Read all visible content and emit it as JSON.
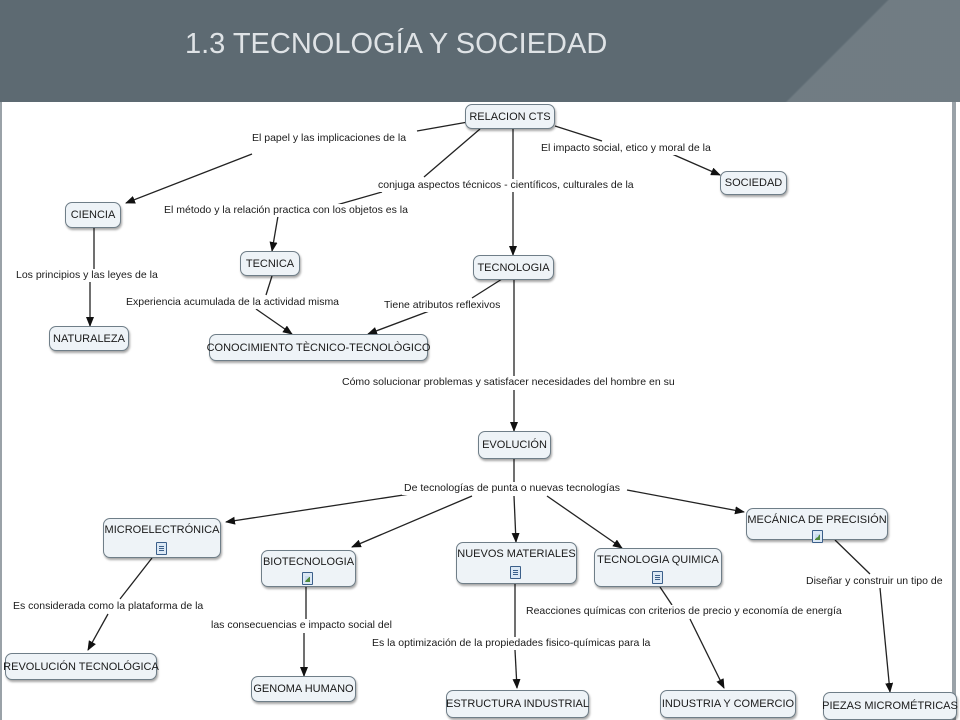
{
  "slide": {
    "title": "1.3 TECNOLOGÍA Y SOCIEDAD",
    "colors": {
      "header": "#5d6a72",
      "title": "#dfe3e6",
      "node_fill": "#eef3f7",
      "node_border": "#6f7e88"
    }
  },
  "concepts": {
    "relacion_cts": "RELACION CTS",
    "sociedad": "SOCIEDAD",
    "ciencia": "CIENCIA",
    "tecnica": "TECNICA",
    "tecnologia": "TECNOLOGIA",
    "naturaleza": "NATURALEZA",
    "conocimiento": "CONOCIMIENTO TÈCNICO-TECNOLÒGICO",
    "evolucion": "EVOLUCIÓN",
    "microelectronica": "MICROELECTRÓNICA",
    "biotecnologia": "BIOTECNOLOGIA",
    "nuevos_materiales": "NUEVOS MATERIALES",
    "tecnologia_quimica": "TECNOLOGIA QUIMICA",
    "mecanica": "MECÁNICA DE PRECISIÓN",
    "revolucion": "REVOLUCIÓN TECNOLÓGICA",
    "genoma": "GENOMA HUMANO",
    "estructura": "ESTRUCTURA INDUSTRIAL",
    "industria": "INDUSTRIA Y COMERCIO",
    "piezas": "PIEZAS MICROMÉTRICAS"
  },
  "linking_phrases": {
    "papel": "El papel y las implicaciones de la",
    "impacto": "El impacto social, etico y moral de la",
    "conjuga": "conjuga aspectos técnicos - científicos, culturales de la",
    "metodo": "El método y la relación practica con los objetos es la",
    "principios": "Los principios y las leyes de la",
    "experiencia": "Experiencia acumulada de la actividad misma",
    "atributos": "Tiene atributos reflexivos",
    "como": "Cómo solucionar problemas y satisfacer necesidades del hombre en su",
    "punta": "De tecnologías de punta o nuevas tecnologías",
    "disenar": "Diseñar y construir un tipo de",
    "plataforma": "Es considerada como la plataforma de la",
    "consecuencias": "las consecuencias e impacto social del",
    "reacciones": "Reacciones químicas con criterios de precio y economía de energía",
    "optimizacion": "Es la optimización de la propiedades fisico-químicas para la"
  },
  "resource_icons": [
    "document-icon",
    "image-icon"
  ]
}
